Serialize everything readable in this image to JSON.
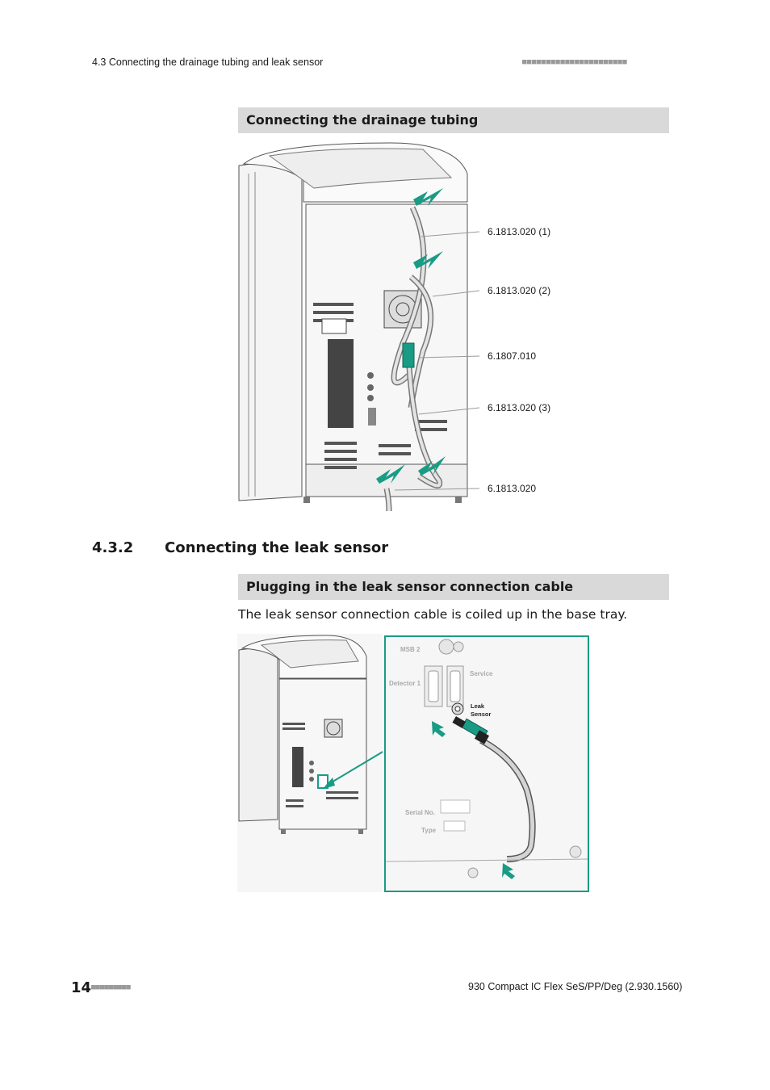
{
  "header": {
    "section_ref": "4.3 Connecting the drainage tubing and leak sensor",
    "dots": "■■■■■■■■■■■■■■■■■■■■■■"
  },
  "drainage": {
    "bar_title": "Connecting the drainage tubing",
    "callouts": [
      "6.1813.020 (1)",
      "6.1813.020 (2)",
      "6.1807.010",
      "6.1813.020 (3)",
      "6.1813.020"
    ]
  },
  "leak_section": {
    "number": "4.3.2",
    "title": "Connecting the leak sensor"
  },
  "leak_cable": {
    "bar_title": "Plugging in the leak sensor connection cable",
    "paragraph": "The leak sensor connection cable is coiled up in the base tray.",
    "panel_labels": {
      "msb": "MSB 2",
      "service": "Service",
      "detector": "Detector 1",
      "leak": "Leak",
      "sensor": "Sensor",
      "serial": "Serial No.",
      "type": "Type"
    }
  },
  "colors": {
    "accent": "#1a9b85",
    "bar_bg": "#d9d9d9"
  },
  "footer": {
    "page_number": "14",
    "dots": "■■■■■■■■■",
    "product": "930 Compact IC Flex SeS/PP/Deg (2.930.1560)"
  }
}
